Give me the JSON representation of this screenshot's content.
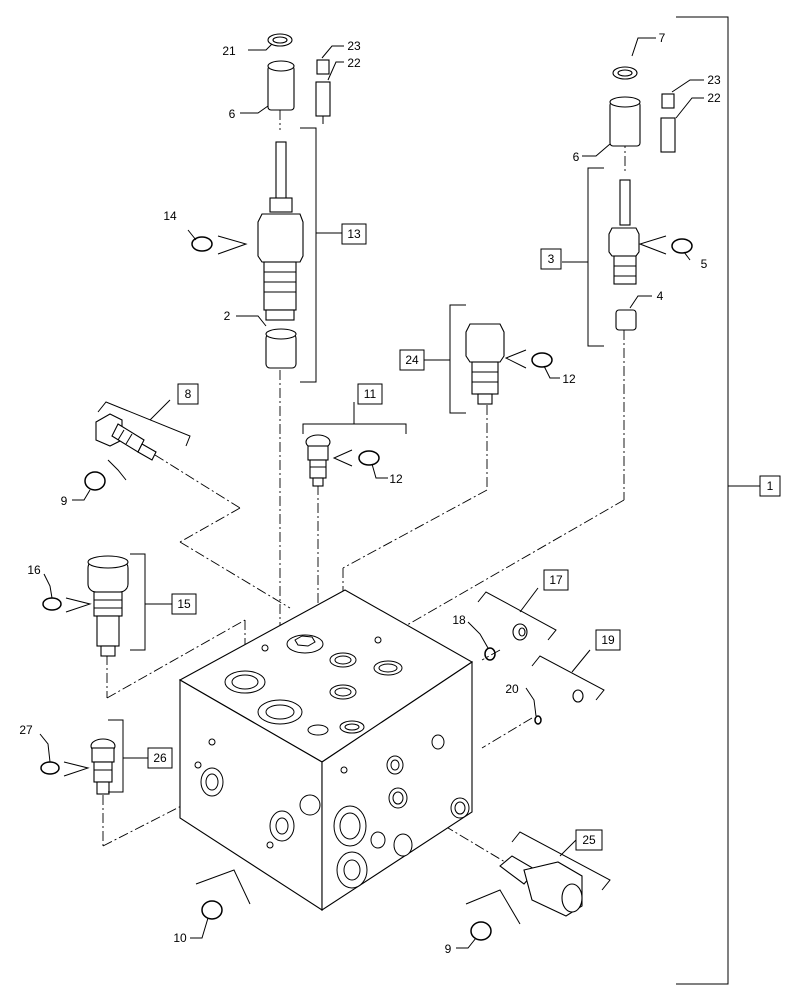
{
  "callouts": {
    "c1": "1",
    "c2": "2",
    "c3": "3",
    "c4": "4",
    "c5": "5",
    "c6a": "6",
    "c6b": "6",
    "c7": "7",
    "c8": "8",
    "c9a": "9",
    "c9b": "9",
    "c10": "10",
    "c11": "11",
    "c12a": "12",
    "c12b": "12",
    "c13": "13",
    "c14": "14",
    "c15": "15",
    "c16": "16",
    "c17": "17",
    "c18": "18",
    "c19": "19",
    "c20": "20",
    "c21": "21",
    "c22a": "22",
    "c22b": "22",
    "c23a": "23",
    "c23b": "23",
    "c24": "24",
    "c25": "25",
    "c26": "26",
    "c27": "27"
  }
}
